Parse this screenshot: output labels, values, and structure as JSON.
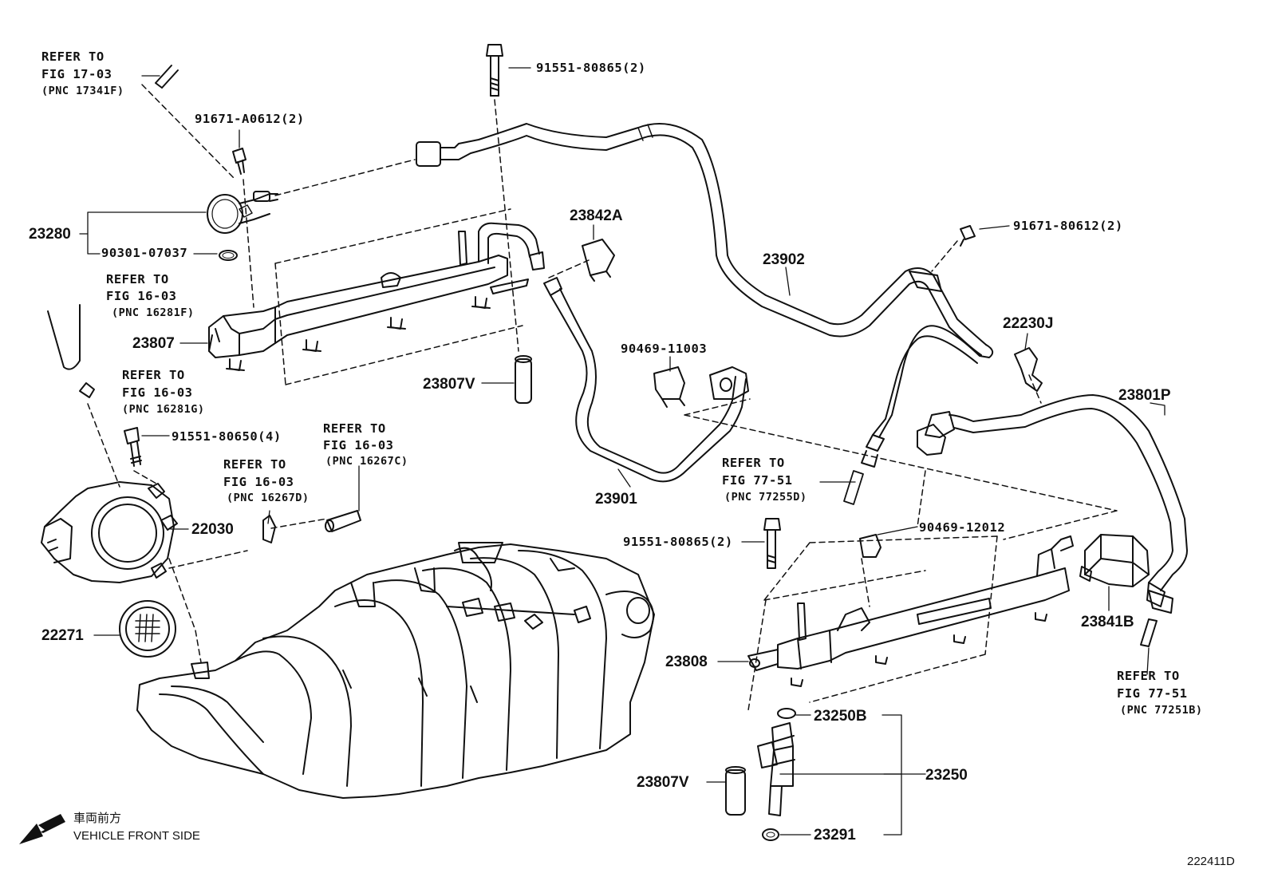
{
  "diagram_id": "222411D",
  "front_note": {
    "jp": "車両前方",
    "en": "VEHICLE FRONT SIDE"
  },
  "parts": {
    "p23280": "23280",
    "p90301": "90301-07037",
    "p91671a": "91671-A0612(2)",
    "p91551_top": "91551-80865(2)",
    "p23842a": "23842A",
    "p23902": "23902",
    "p91671b": "91671-80612(2)",
    "p22230j": "22230J",
    "p23801p": "23801P",
    "p23807": "23807",
    "p23807v_top": "23807V",
    "p90469_11003": "90469-11003",
    "p23901": "23901",
    "p91551_80650": "91551-80650(4)",
    "p22030": "22030",
    "p22271": "22271",
    "p91551_mid": "91551-80865(2)",
    "p90469_12012": "90469-12012",
    "p23841b": "23841B",
    "p23808": "23808",
    "p23250b": "23250B",
    "p23250": "23250",
    "p23807v_bot": "23807V",
    "p23291": "23291"
  },
  "refs": [
    {
      "l1": "REFER TO",
      "l2": "FIG 17-03",
      "l3": "(PNC 17341F)"
    },
    {
      "l1": "REFER TO",
      "l2": "FIG 16-03",
      "l3": "(PNC 16281F)"
    },
    {
      "l1": "REFER TO",
      "l2": "FIG 16-03",
      "l3": "(PNC 16281G)"
    },
    {
      "l1": "REFER TO",
      "l2": "FIG 16-03",
      "l3": "(PNC 16267C)"
    },
    {
      "l1": "REFER TO",
      "l2": "FIG 16-03",
      "l3": "(PNC 16267D)"
    },
    {
      "l1": "REFER TO",
      "l2": "FIG 77-51",
      "l3": "(PNC 77255D)"
    },
    {
      "l1": "REFER TO",
      "l2": "FIG 77-51",
      "l3": "(PNC 77251B)"
    }
  ]
}
